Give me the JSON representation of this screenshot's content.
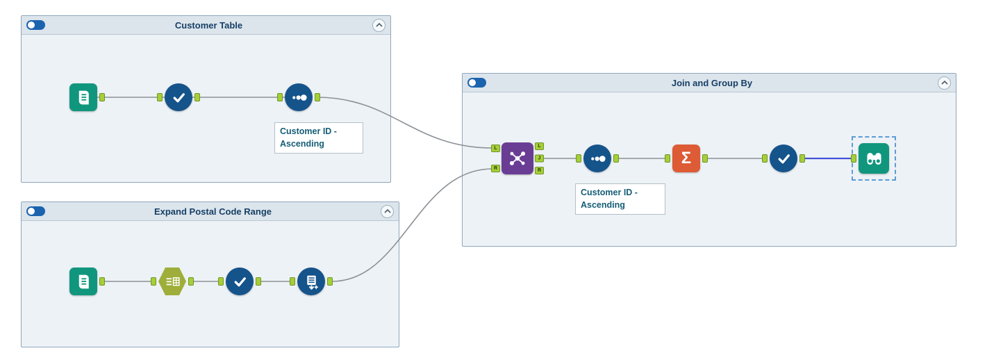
{
  "colors": {
    "canvas_bg": "#ffffff",
    "container_border": "#8fa6ba",
    "container_header_bg": "#dce5ec",
    "container_body_bg": "#edf2f6",
    "title_text": "#173f66",
    "toggle_on": "#1b63ae",
    "connector": "#8c9196",
    "connector_selected": "#4453d8",
    "anchor_green": "#a6ce39",
    "annotation_text": "#155d77",
    "tool_blue": "#15538b",
    "tool_teal": "#11967e",
    "tool_purple": "#6a3d94",
    "tool_orange": "#dd5b35",
    "tool_olive": "#9fae3a",
    "selection_dash": "#5b9bd5"
  },
  "containers": {
    "customer_table": {
      "title": "Customer Table",
      "enabled": true
    },
    "expand_postal": {
      "title": "Expand Postal Code Range",
      "enabled": true
    },
    "join_group": {
      "title": "Join and Group By",
      "enabled": true
    }
  },
  "tools": {
    "customer_table": [
      "input-data",
      "select",
      "sort"
    ],
    "expand_postal": [
      "input-data",
      "text-to-columns",
      "select",
      "generate-rows"
    ],
    "join_group": [
      "join",
      "sort",
      "summarize",
      "select",
      "browse"
    ]
  },
  "annotations": {
    "sort_customer_1": {
      "line1": "Customer ID -",
      "line2": "Ascending"
    },
    "sort_customer_2": {
      "line1": "Customer ID -",
      "line2": "Ascending"
    }
  },
  "join_tool": {
    "input_anchors": [
      "L",
      "R"
    ],
    "output_anchors": [
      "L",
      "J",
      "R"
    ]
  },
  "glyphs": {
    "summarize_sigma": "Σ"
  }
}
